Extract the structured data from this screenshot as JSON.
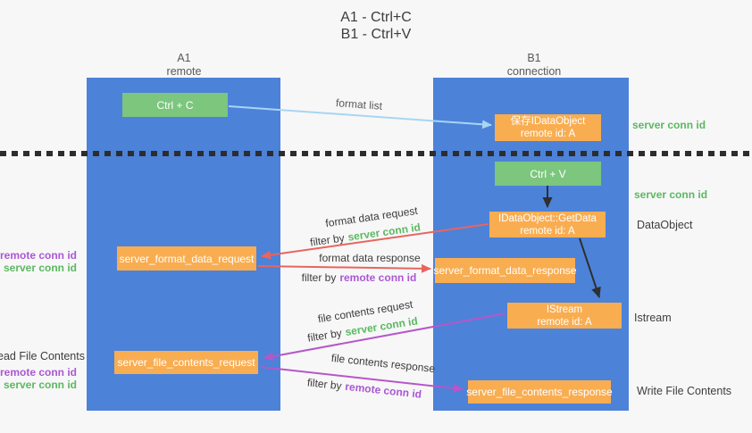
{
  "title": {
    "line1": "A1 - Ctrl+C",
    "line2": "B1 - Ctrl+V"
  },
  "lanes": {
    "left": {
      "name": "A1",
      "role": "remote"
    },
    "right": {
      "name": "B1",
      "role": "connection"
    }
  },
  "nodes": {
    "ctrl_c": "Ctrl + C",
    "ctrl_v": "Ctrl + V",
    "save_dataobject_line1": "保存IDataObject",
    "save_dataobject_line2": "remote id: A",
    "getdata_line1": "IDataObject::GetData",
    "getdata_line2": "remote id: A",
    "istream_line1": "IStream",
    "istream_line2": "remote id: A",
    "server_format_data_request": "server_format_data_request",
    "server_format_data_response": "server_format_data_response",
    "server_file_contents_request": "server_file_contents_request",
    "server_file_contents_response": "server_file_contents_response"
  },
  "edge_labels": {
    "format_list": "format list",
    "format_data_request": "format data request",
    "format_data_response": "format data response",
    "file_contents_request": "file contents request",
    "file_contents_response": "file contents response",
    "filter_by": "filter by",
    "server_conn_id": "server conn id",
    "remote_conn_id": "remote conn id"
  },
  "side_labels": {
    "right_server_conn_id_top": "server conn id",
    "right_server_conn_id_mid": "server conn id",
    "dataobject": "DataObject",
    "istream": "Istream",
    "write_file_contents": "Write File Contents",
    "read_file_contents": "Read File Contents",
    "left_remote_conn_id_1": "remote conn id",
    "left_server_conn_id_1": "server conn id",
    "left_remote_conn_id_2": "remote conn id",
    "left_server_conn_id_2": "server conn id"
  },
  "colors": {
    "bg": "#f7f7f8",
    "lane_blue": "#4d82d9",
    "box_orange": "#f9ad51",
    "box_green": "#7cc67e",
    "arrow_red": "#e8655f",
    "arrow_purple": "#b557c8",
    "arrow_blue": "#a8d5f2",
    "arrow_black": "#2f2f2f",
    "dotted_line": "#2d2d2d",
    "text_green": "#5cb860",
    "text_purple": "#ab57d2",
    "text_dark": "#3d3d3d",
    "text_gray": "#595959"
  }
}
